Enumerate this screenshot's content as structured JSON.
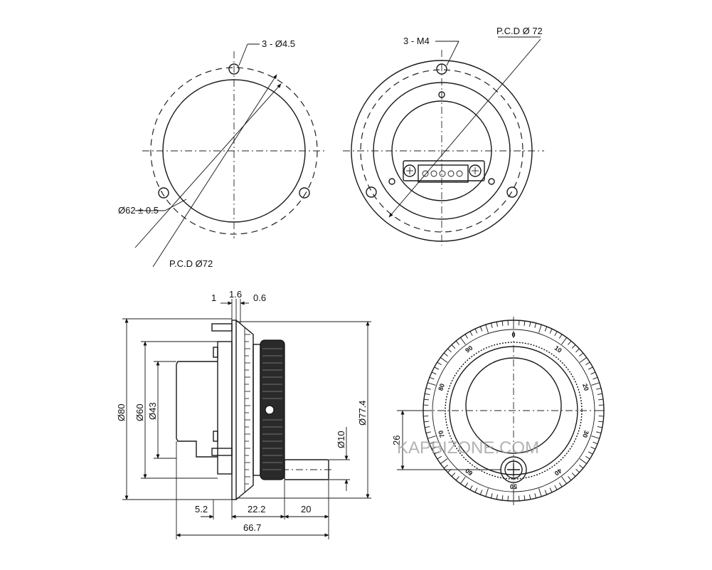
{
  "labels": {
    "top_left_holes": "3 - Ø4.5",
    "top_left_diameter": "Ø62 ± 0.5",
    "top_left_pcd": "P.C.D Ø72",
    "top_right_thread": "3 - M4",
    "top_right_pcd": "P.C.D Ø 72",
    "side_dim_1": "1",
    "side_dim_1_6": "1.6",
    "side_dim_0_6": "0.6",
    "side_dim_80": "Ø80",
    "side_dim_60": "Ø60",
    "side_dim_43": "Ø43",
    "side_dim_77_4": "Ø77.4",
    "side_dim_10": "Ø10",
    "side_dim_5_2": "5.2",
    "side_dim_22_2": "22.2",
    "side_dim_20": "20",
    "side_dim_66_7": "66.7",
    "front_dim_26": "26",
    "watermark": "KAPBIZONE.COM"
  },
  "dial_numbers": [
    "0",
    "10",
    "20",
    "30",
    "40",
    "50",
    "60",
    "70",
    "80",
    "90"
  ],
  "colors": {
    "line": "#1a1a1a",
    "watermark": "#9a9a9a"
  }
}
